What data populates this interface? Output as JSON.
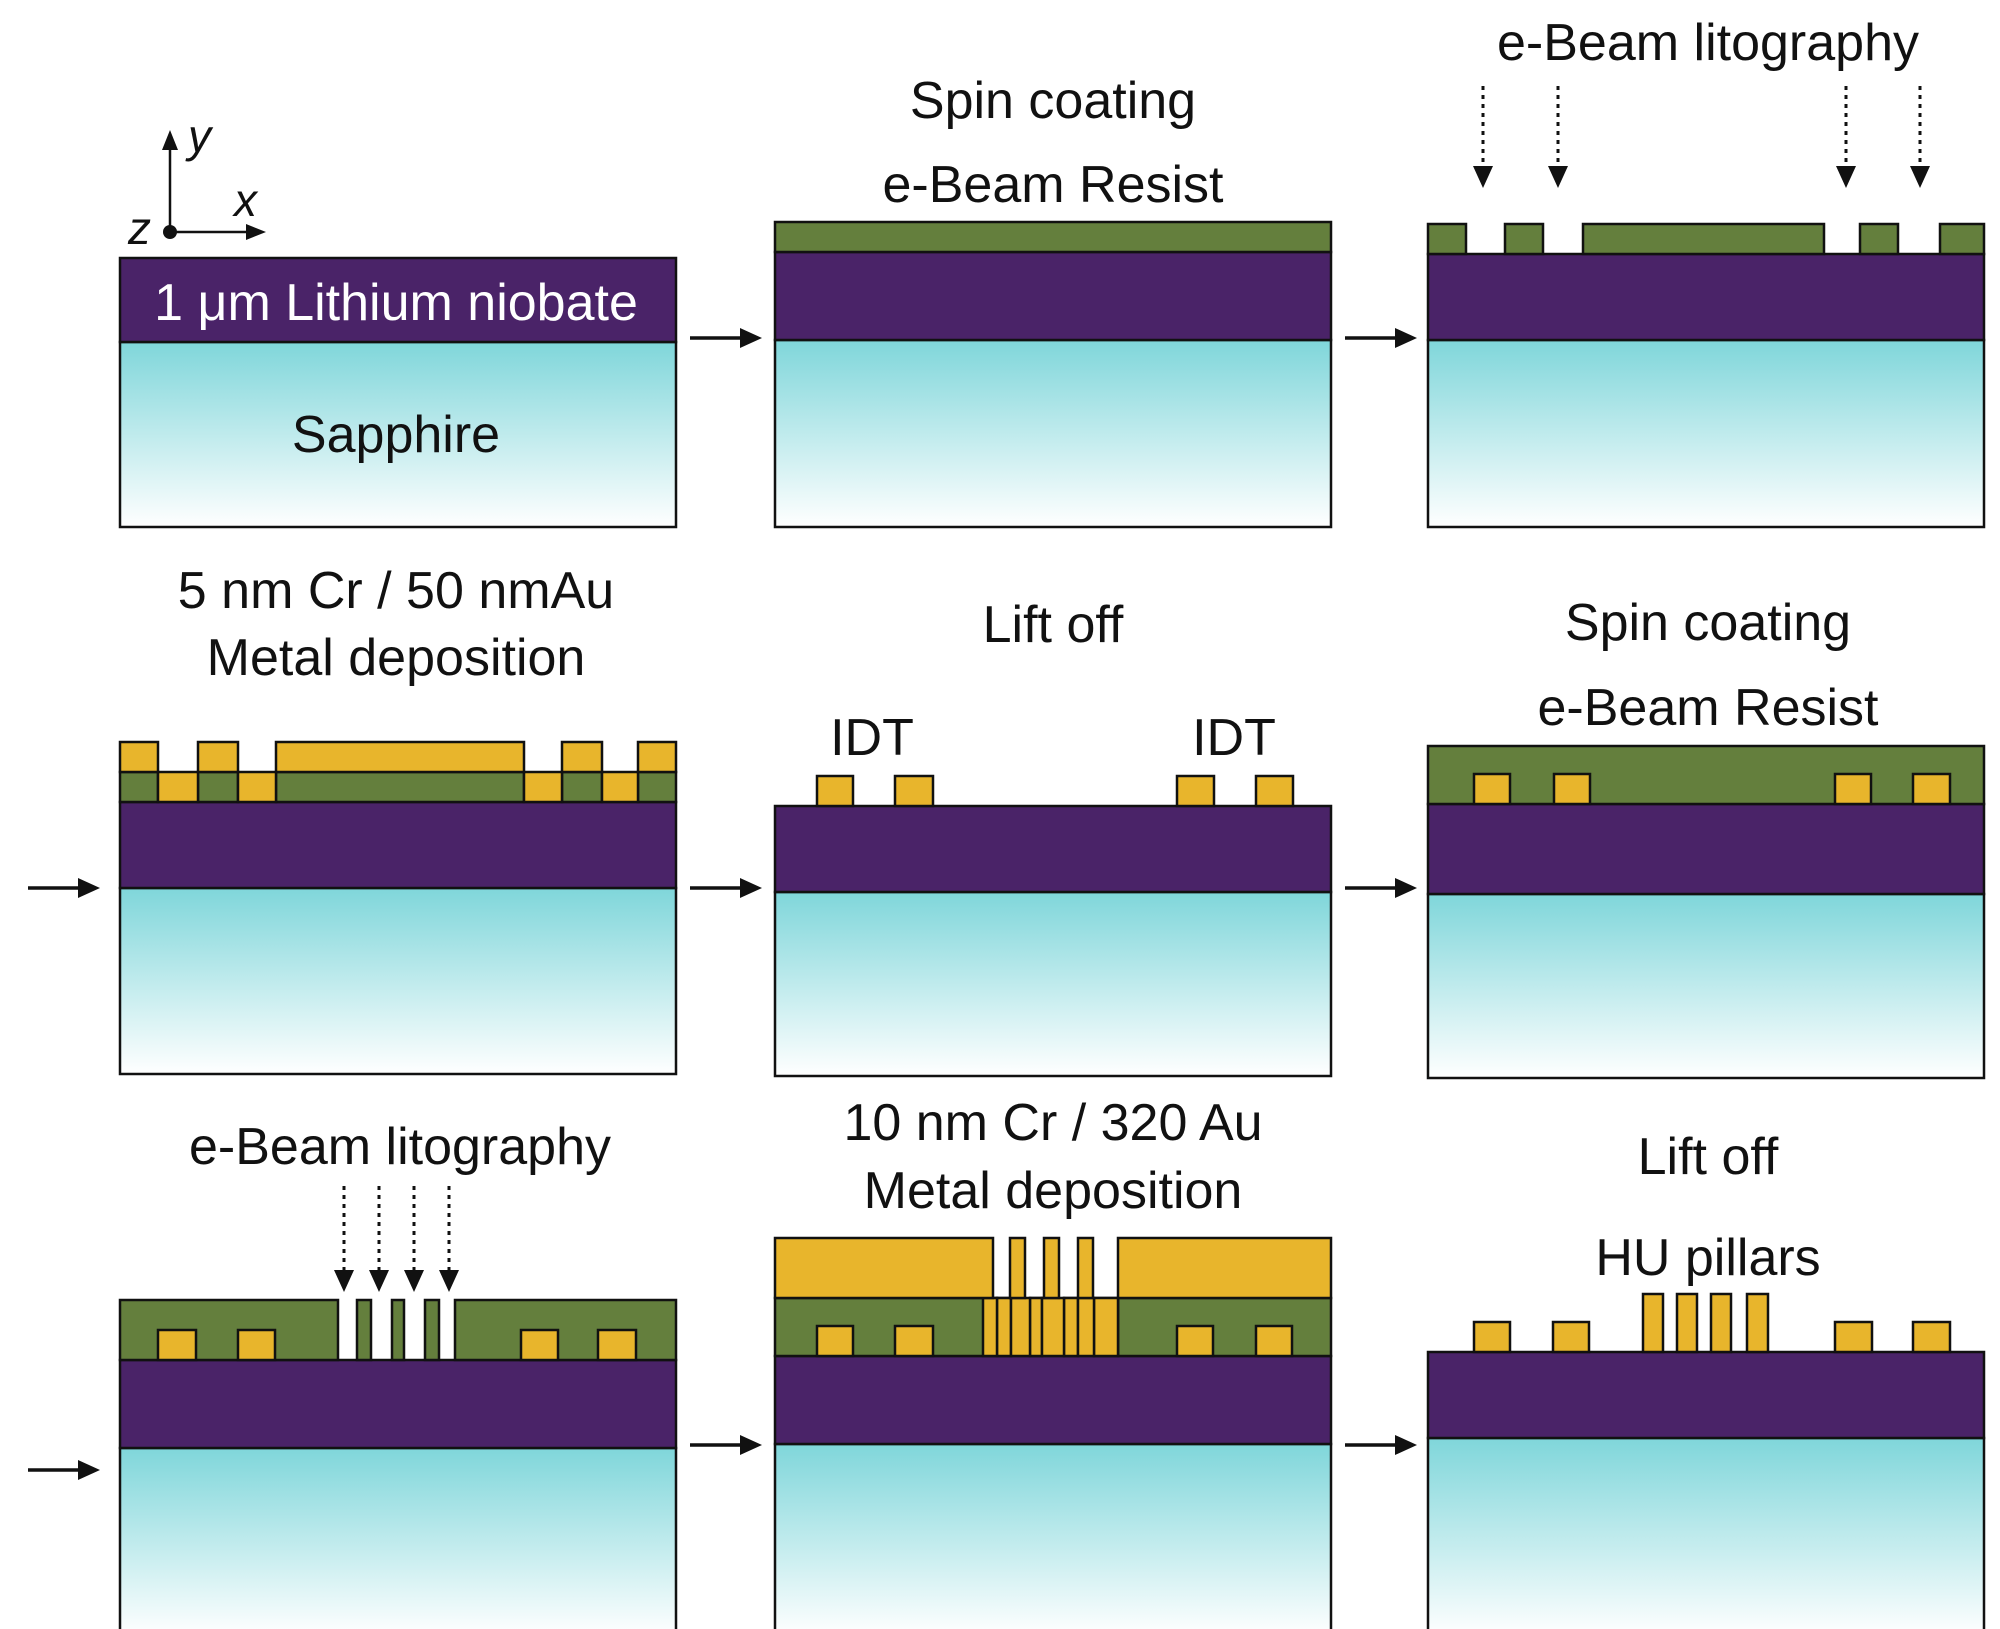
{
  "colors": {
    "lithium_niobate": "#4a2368",
    "sapphire_top": "#7fd6da",
    "sapphire_bottom": "#ffffff",
    "resist": "#647f3d",
    "gold": "#e8b52c",
    "outline": "#111111"
  },
  "axes": {
    "y": "y",
    "x": "x",
    "z": "z"
  },
  "step1": {
    "layer_label": "1 μm Lithium niobate",
    "substrate_label": "Sapphire"
  },
  "step2": {
    "line1": "Spin coating",
    "line2": "e-Beam Resist"
  },
  "step3": {
    "line1": "e-Beam litography"
  },
  "step4": {
    "line1": "5 nm Cr / 50 nmAu",
    "line2": "Metal deposition"
  },
  "step5": {
    "line1": "Lift off",
    "idt_left": "IDT",
    "idt_right": "IDT"
  },
  "step6": {
    "line1": "Spin coating",
    "line2": "e-Beam Resist"
  },
  "step7": {
    "line1": "e-Beam litography"
  },
  "step8": {
    "line1": "10 nm Cr / 320 Au",
    "line2": "Metal deposition"
  },
  "step9": {
    "line1": "Lift off",
    "line2": "HU pillars"
  }
}
